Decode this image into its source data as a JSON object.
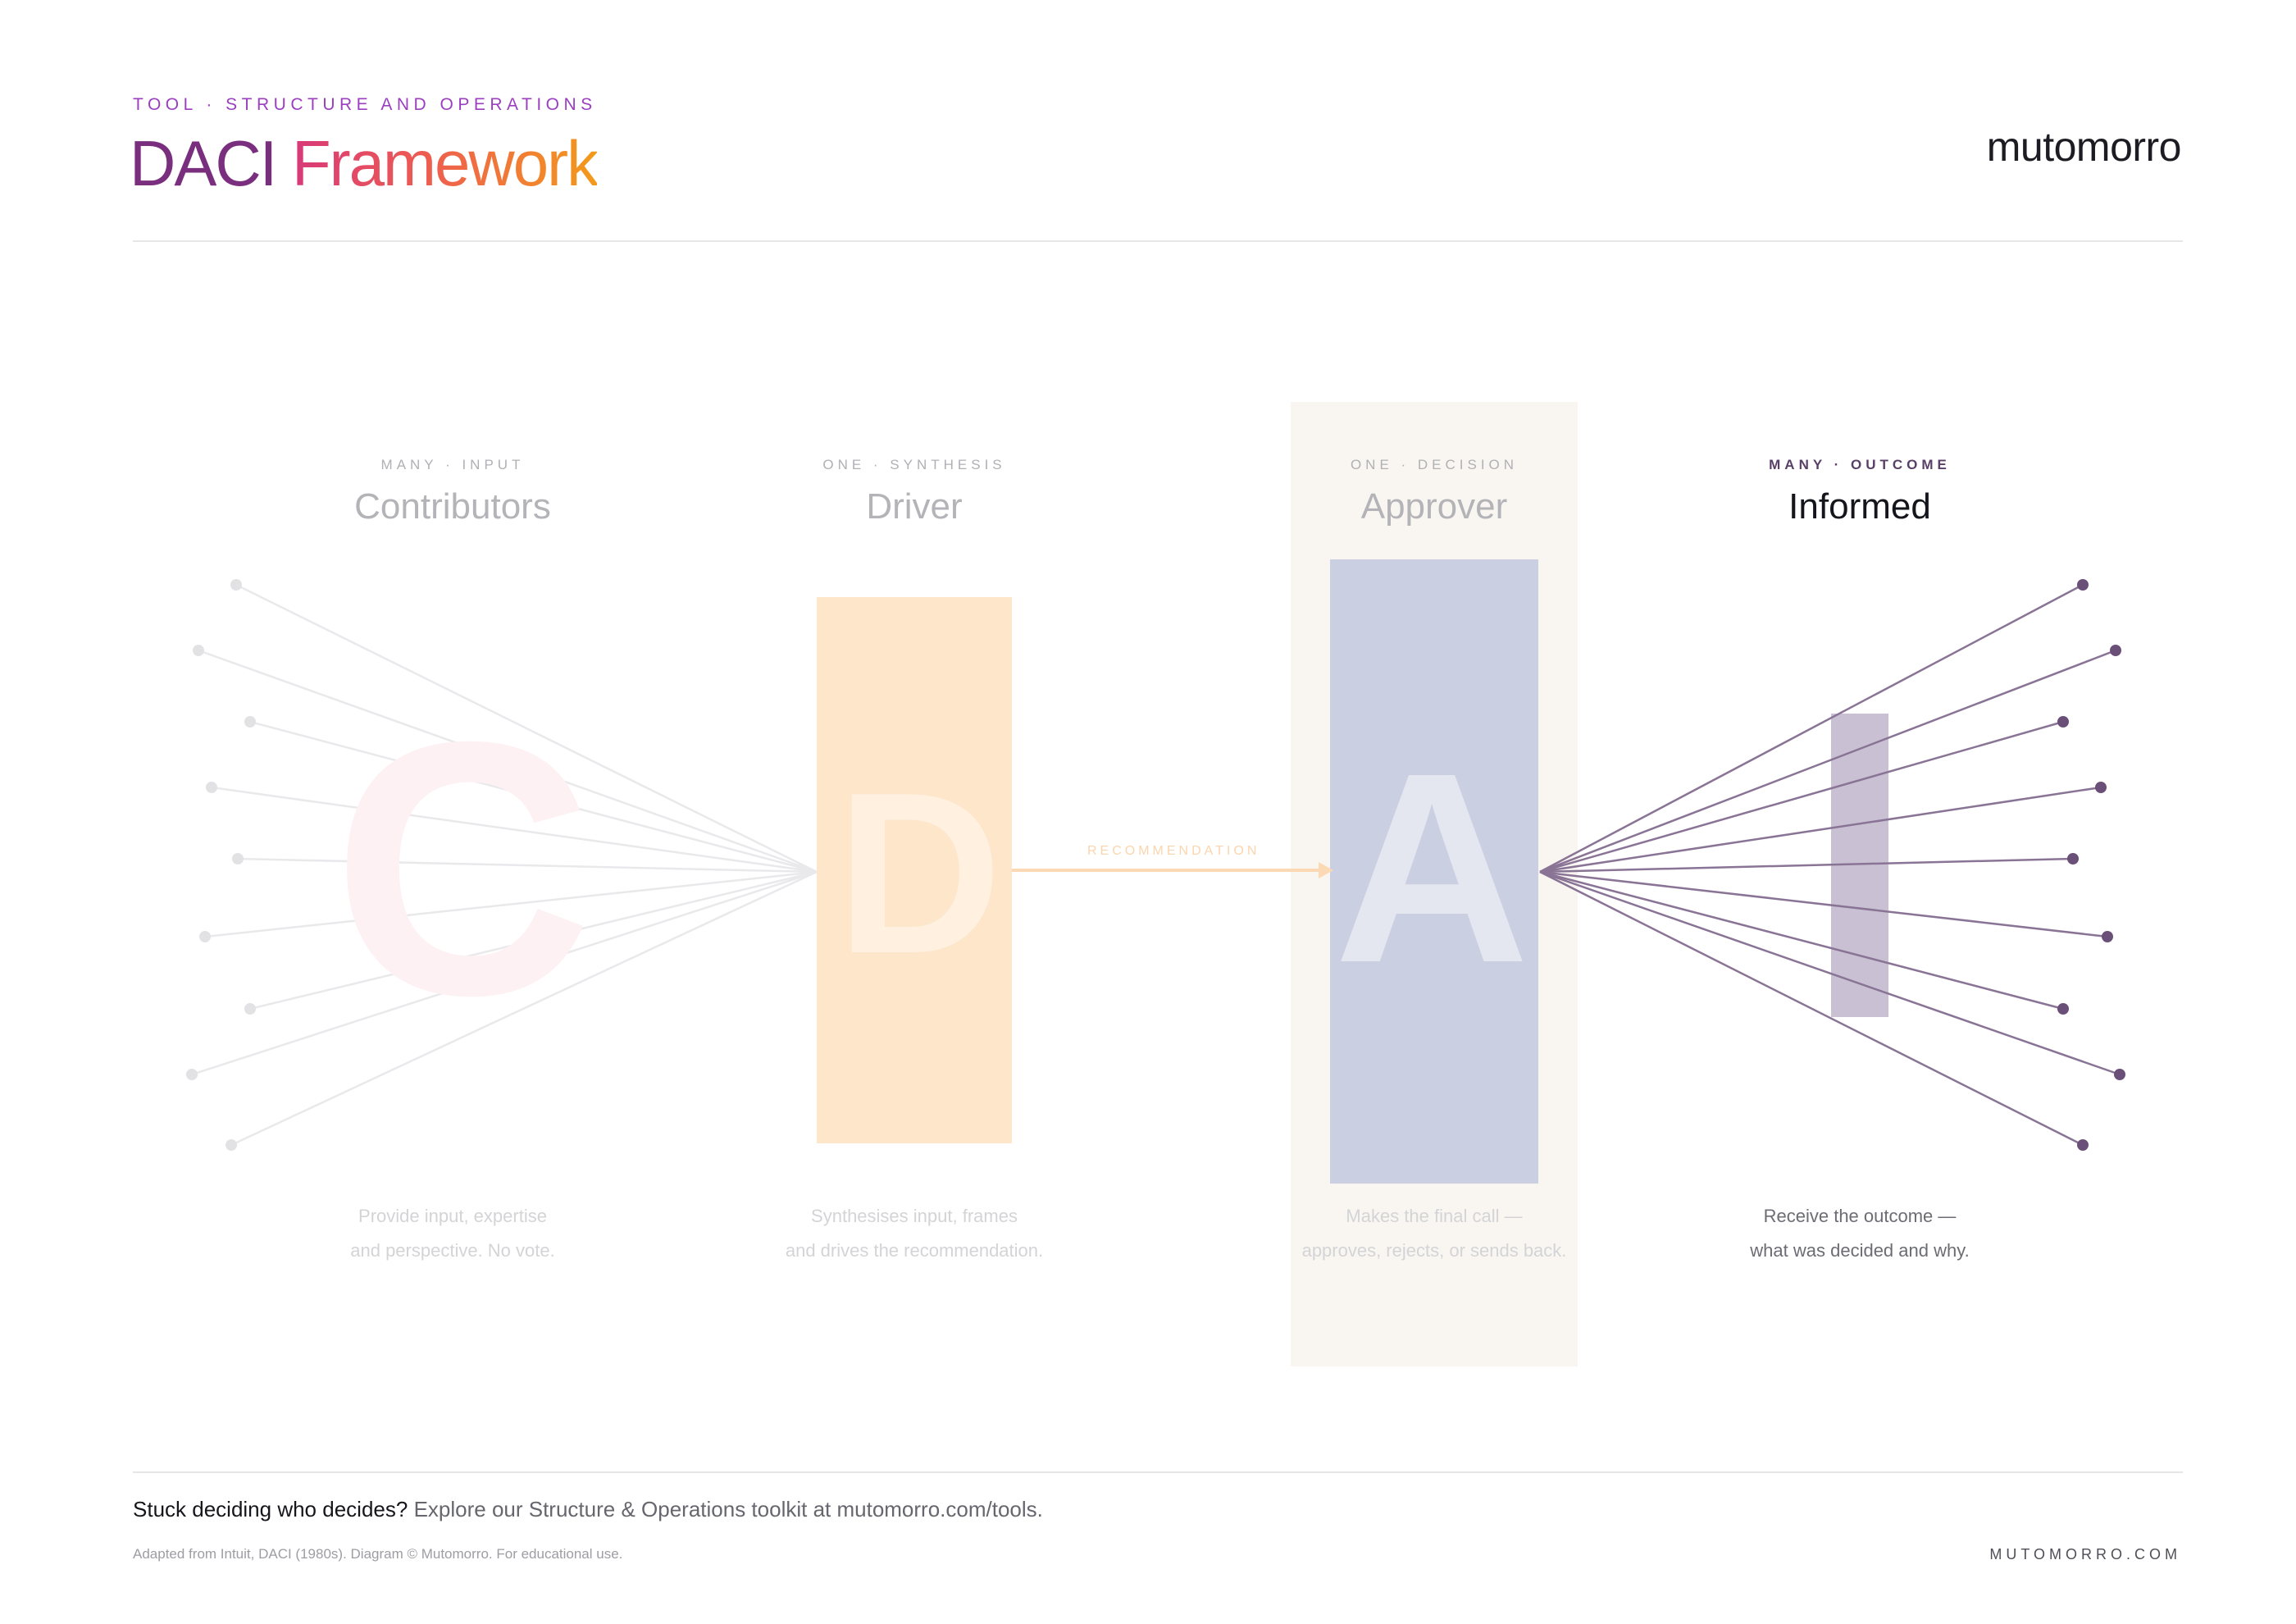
{
  "header": {
    "kicker": "TOOL · STRUCTURE AND OPERATIONS",
    "title_part1": "DACI ",
    "title_part2": "Framework",
    "brand": "mutomorro"
  },
  "roles": [
    {
      "label": "MANY · INPUT",
      "name": "Contributors",
      "letter": "C",
      "desc_line1": "Provide input, expertise",
      "desc_line2": "and perspective. No vote."
    },
    {
      "label": "ONE · SYNTHESIS",
      "name": "Driver",
      "letter": "D",
      "desc_line1": "Synthesises input, frames",
      "desc_line2": "and drives the recommendation."
    },
    {
      "label": "ONE · DECISION",
      "name": "Approver",
      "letter": "A",
      "desc_line1": "Makes the final call —",
      "desc_line2": "approves, rejects, or sends back."
    },
    {
      "label": "MANY · OUTCOME",
      "name": "Informed",
      "letter": "I",
      "desc_line1": "Receive the outcome —",
      "desc_line2": "what was decided and why."
    }
  ],
  "active_role": "Informed",
  "flow_label": "RECOMMENDATION",
  "contributor_node_count": 9,
  "informed_node_count": 9,
  "colors": {
    "contributors": "#fdf1f3",
    "driver": "#fde6ca",
    "approver": "#cacfe2",
    "approver_highlight": "#f9f6f1",
    "informed": "#c9c0d3",
    "informed_lines": "#8a7496",
    "informed_nodes": "#6a4f78",
    "inactive_lines": "#e9e9ec",
    "inactive_nodes": "#e2e2e5",
    "arrow": "#fcd9b5"
  },
  "footer": {
    "cta_strong": "Stuck deciding who decides?",
    "cta_text": "Explore our Structure & Operations toolkit at mutomorro.com/tools.",
    "fine_print": "Adapted from Intuit, DACI (1980s). Diagram © Mutomorro. For educational use.",
    "site": "MUTOMORRO.COM"
  }
}
